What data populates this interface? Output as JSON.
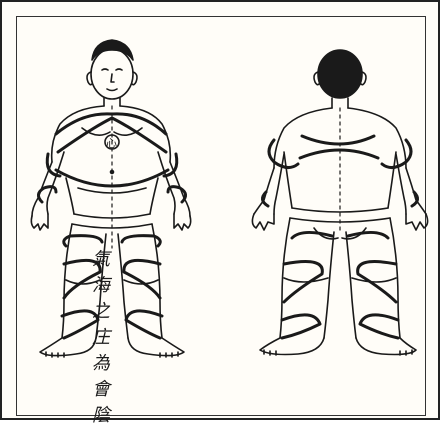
{
  "figure": {
    "heart_label": "心",
    "caption_chars": [
      "氣",
      "海",
      "之",
      "庄",
      "為",
      "會",
      "陰"
    ]
  },
  "colors": {
    "ink": "#1a1a1a",
    "paper": "#fffdf8",
    "frame": "#222222"
  }
}
